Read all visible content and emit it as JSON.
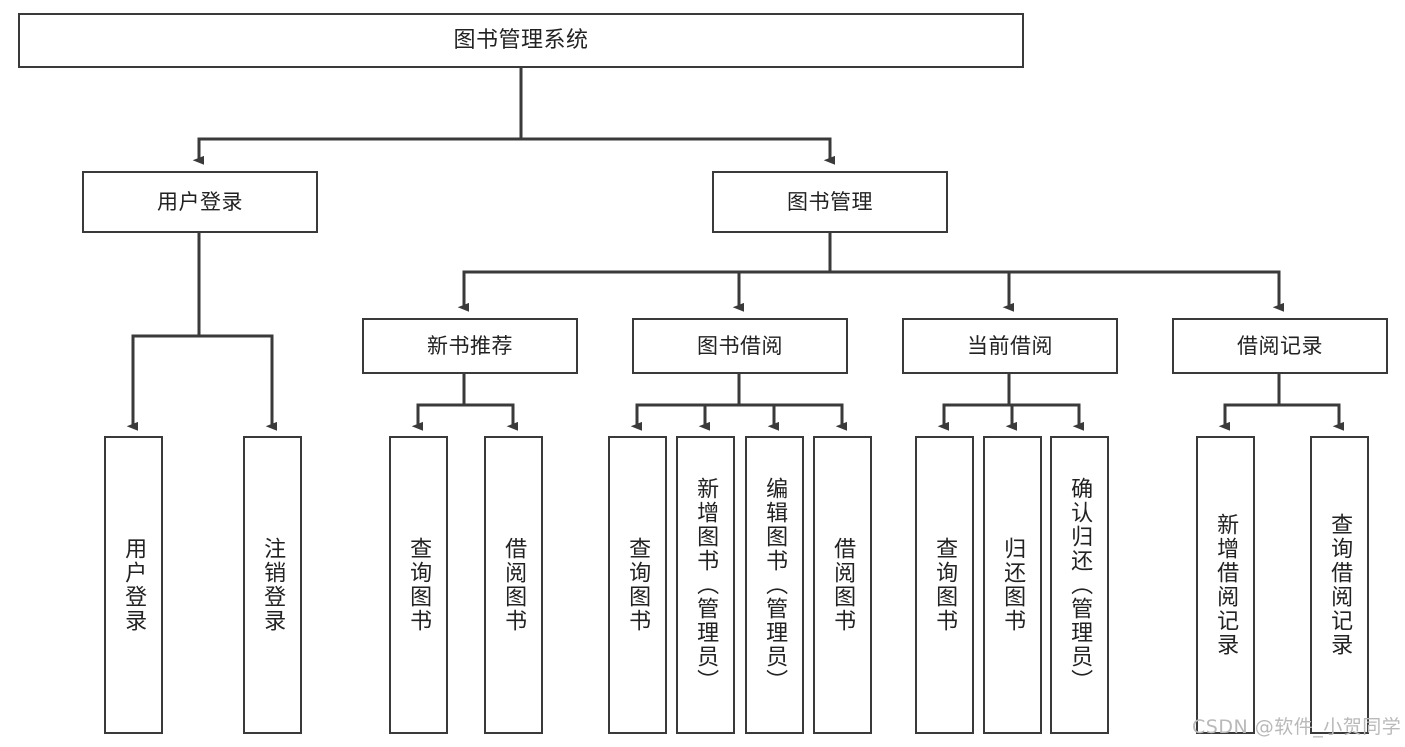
{
  "diagram": {
    "title": "图书管理系统",
    "watermark": "CSDN @软件_小贺同学",
    "style": {
      "border_color": "#3a3a3a",
      "text_color": "#222222",
      "background": "#ffffff",
      "watermark_color": "#b9b9b9"
    }
  },
  "nodes": {
    "root": {
      "label": "图书管理系统"
    },
    "level2": [
      {
        "label": "用户登录"
      },
      {
        "label": "图书管理"
      }
    ],
    "level3": [
      {
        "label": "新书推荐"
      },
      {
        "label": "图书借阅"
      },
      {
        "label": "当前借阅"
      },
      {
        "label": "借阅记录"
      }
    ],
    "leaves_user_login": [
      {
        "label": "用户登录"
      },
      {
        "label": "注销登录"
      }
    ],
    "leaves_new_book": [
      {
        "label": "查询图书"
      },
      {
        "label": "借阅图书"
      }
    ],
    "leaves_borrow": [
      {
        "label": "查询图书"
      },
      {
        "label": "新增图书（管理员）"
      },
      {
        "label": "编辑图书（管理员）"
      },
      {
        "label": "借阅图书"
      }
    ],
    "leaves_current": [
      {
        "label": "查询图书"
      },
      {
        "label": "归还图书"
      },
      {
        "label": "确认归还（管理员）"
      }
    ],
    "leaves_records": [
      {
        "label": "新增借阅记录"
      },
      {
        "label": "查询借阅记录"
      }
    ]
  },
  "chart_data": {
    "type": "tree-diagram",
    "title": "图书管理系统",
    "root": "图书管理系统",
    "edges": [
      {
        "from": "图书管理系统",
        "to": "用户登录"
      },
      {
        "from": "图书管理系统",
        "to": "图书管理"
      },
      {
        "from": "用户登录",
        "to": "用户登录"
      },
      {
        "from": "用户登录",
        "to": "注销登录"
      },
      {
        "from": "图书管理",
        "to": "新书推荐"
      },
      {
        "from": "图书管理",
        "to": "图书借阅"
      },
      {
        "from": "图书管理",
        "to": "当前借阅"
      },
      {
        "from": "图书管理",
        "to": "借阅记录"
      },
      {
        "from": "新书推荐",
        "to": "查询图书"
      },
      {
        "from": "新书推荐",
        "to": "借阅图书"
      },
      {
        "from": "图书借阅",
        "to": "查询图书"
      },
      {
        "from": "图书借阅",
        "to": "新增图书（管理员）"
      },
      {
        "from": "图书借阅",
        "to": "编辑图书（管理员）"
      },
      {
        "from": "图书借阅",
        "to": "借阅图书"
      },
      {
        "from": "当前借阅",
        "to": "查询图书"
      },
      {
        "from": "当前借阅",
        "to": "归还图书"
      },
      {
        "from": "当前借阅",
        "to": "确认归还（管理员）"
      },
      {
        "from": "借阅记录",
        "to": "新增借阅记录"
      },
      {
        "from": "借阅记录",
        "to": "查询借阅记录"
      }
    ]
  }
}
